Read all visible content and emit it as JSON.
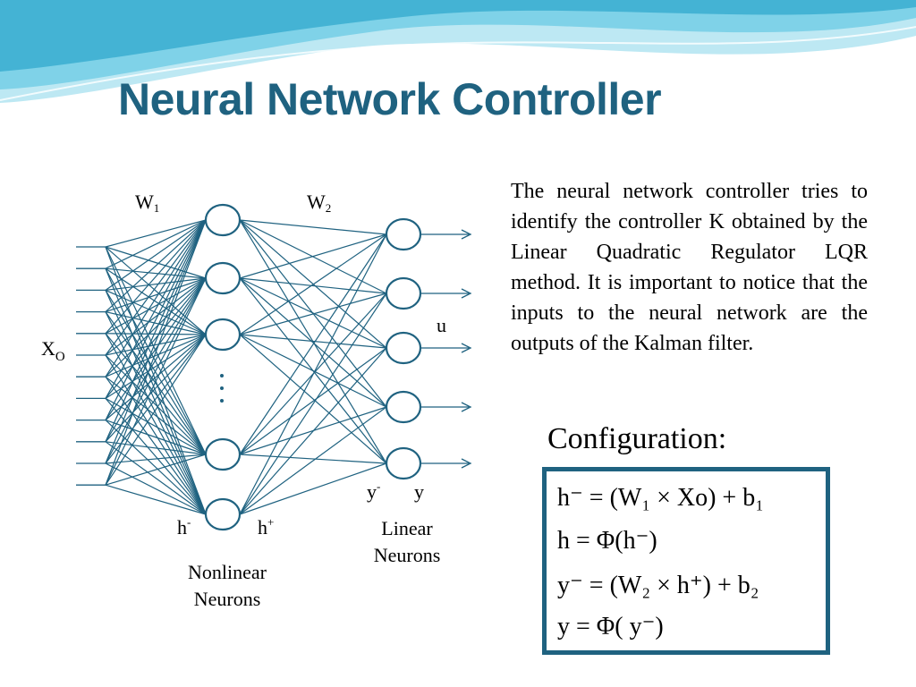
{
  "slide": {
    "title": "Neural Network Controller",
    "description": "The neural network controller tries to identify the controller K obtained by the Linear Quadratic Regulator LQR method. It is important to notice that the inputs to the neural network are the outputs of the Kalman filter.",
    "config_label": "Configuration:"
  },
  "colors": {
    "title": "#1f6280",
    "lines": "#1f6280",
    "box_border": "#1f6280",
    "wave_light": "#bde8f3",
    "wave_mid": "#7fd2e8",
    "wave_dark": "#3aaed0"
  },
  "diagram": {
    "w1": "W",
    "w1_sub": "1",
    "w2": "W",
    "w2_sub": "2",
    "x_label": "X",
    "x_sub": "O",
    "u_label": "u",
    "h_minus": "h",
    "h_minus_sup": "-",
    "h_plus": "h",
    "h_plus_sup": "+",
    "y_minus": "y",
    "y_minus_sup": "-",
    "y_label": "y",
    "nonlinear_line1": "Nonlinear",
    "nonlinear_line2": "Neurons",
    "linear_line1": "Linear",
    "linear_line2": "Neurons",
    "ellipsis_icon": "vertical-ellipsis-icon",
    "input_count": 12,
    "hidden_count": 5,
    "output_count": 5
  },
  "equations": {
    "eq1": "h⁻ = (W₁ × Xo) + b₁",
    "eq2": "h = Φ(h⁻)",
    "eq3": "y⁻ = (W₂ × h⁺) + b₂",
    "eq4": "y = Φ( y⁻)"
  }
}
